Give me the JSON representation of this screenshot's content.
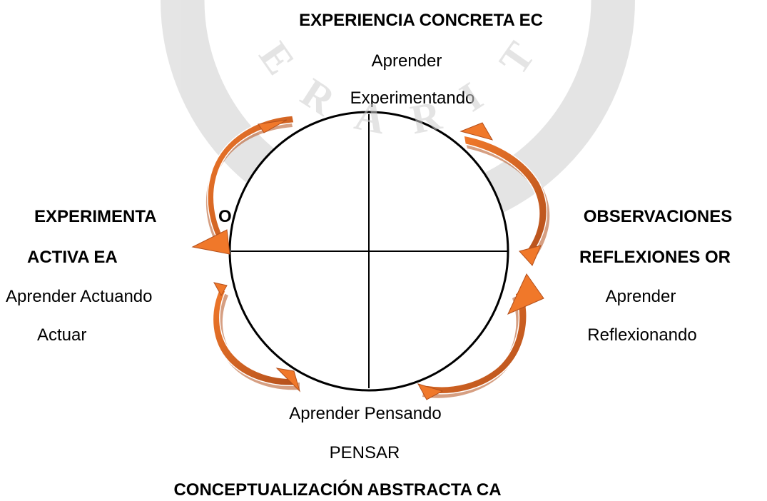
{
  "colors": {
    "arrow_fill": "#f0782a",
    "arrow_shade": "#b4501c",
    "arrow_highlight": "#ffffff",
    "line": "#000000",
    "watermark": "#cfcfcf"
  },
  "watermark": {
    "text": "ERARIT"
  },
  "top": {
    "title": "EXPERIENCIA CONCRETA   EC",
    "line1": "Aprender",
    "line2": "Experimentando"
  },
  "right": {
    "title1": "OBSERVACIONES",
    "title2": "REFLEXIONES OR",
    "line1": "Aprender",
    "line2": "Reflexionando"
  },
  "bottom": {
    "line1": "Aprender Pensando",
    "line2": "PENSAR",
    "title": "CONCEPTUALIZACIÓN ABSTRACTA  CA"
  },
  "left": {
    "title1": "EXPERIMENTA",
    "title1_tail": "O",
    "title2": "ACTIVA  EA",
    "line1": "Aprender Actuando",
    "line2": "Actuar"
  },
  "arrows": [
    {
      "name": "arrow-ec-to-or",
      "icon": "curved-arrow"
    },
    {
      "name": "arrow-or-to-ca",
      "icon": "curved-arrow"
    },
    {
      "name": "arrow-ca-to-ea",
      "icon": "curved-arrow"
    },
    {
      "name": "arrow-ea-to-ec",
      "icon": "curved-arrow"
    }
  ]
}
